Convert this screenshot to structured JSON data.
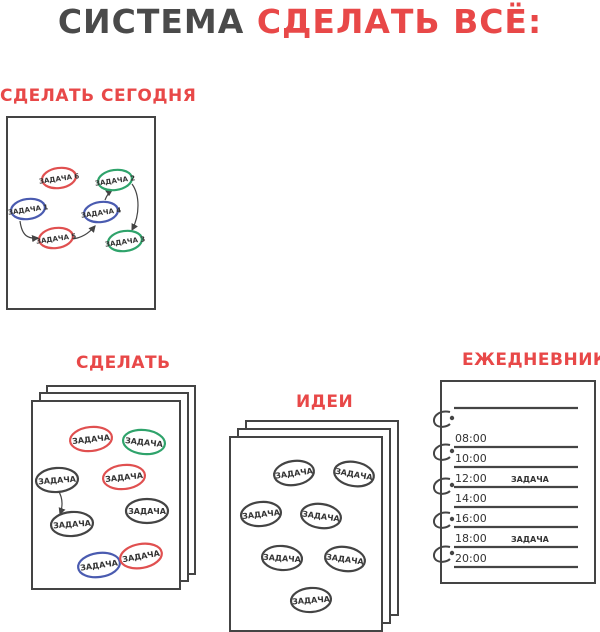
{
  "title": {
    "part1": "СИСТЕМА",
    "part2": "СДЕЛАТЬ ВСЁ:"
  },
  "today": {
    "label": "СДЕЛАТЬ СЕГОДНЯ",
    "nodes": [
      {
        "id": "t6",
        "text": "ЗАДАЧА 6",
        "color": "#e05050"
      },
      {
        "id": "t1",
        "text": "ЗАДАЧА 1",
        "color": "#4a5bb0"
      },
      {
        "id": "t5",
        "text": "ЗАДАЧА 5",
        "color": "#e05050"
      },
      {
        "id": "t4",
        "text": "ЗАДАЧА 4",
        "color": "#4a5bb0"
      },
      {
        "id": "t2",
        "text": "ЗАДАЧА 2",
        "color": "#2fa36b"
      },
      {
        "id": "t3",
        "text": "ЗАДАЧА 3",
        "color": "#2fa36b"
      }
    ]
  },
  "todo": {
    "label": "СДЕЛАТЬ",
    "tasks": [
      {
        "text": "ЗАДАЧА",
        "color": "#e05050"
      },
      {
        "text": "ЗАДАЧА",
        "color": "#2fa36b"
      },
      {
        "text": "ЗАДАЧА",
        "color": "#444444"
      },
      {
        "text": "ЗАДАЧА",
        "color": "#e05050"
      },
      {
        "text": "ЗАДАЧА",
        "color": "#444444"
      },
      {
        "text": "ЗАДАЧА",
        "color": "#444444"
      },
      {
        "text": "ЗАДАЧА",
        "color": "#4a5bb0"
      },
      {
        "text": "ЗАДАЧА",
        "color": "#e05050"
      }
    ]
  },
  "ideas": {
    "label": "ИДЕИ",
    "tasks": [
      "ЗАДАЧА",
      "ЗАДАЧА",
      "ЗАДАЧА",
      "ЗАДАЧА",
      "ЗАДАЧА",
      "ЗАДАЧА",
      "ЗАДАЧА"
    ]
  },
  "planner": {
    "label": "ЕЖЕДНЕВНИК",
    "slots": [
      {
        "time": "08:00",
        "task": ""
      },
      {
        "time": "10:00",
        "task": ""
      },
      {
        "time": "12:00",
        "task": "ЗАДАЧА"
      },
      {
        "time": "14:00",
        "task": ""
      },
      {
        "time": "16:00",
        "task": ""
      },
      {
        "time": "18:00",
        "task": "ЗАДАЧА"
      },
      {
        "time": "20:00",
        "task": ""
      }
    ]
  },
  "colors": {
    "accent": "#e84848",
    "text": "#4a4a4a",
    "red": "#e05050",
    "blue": "#4a5bb0",
    "green": "#2fa36b"
  }
}
